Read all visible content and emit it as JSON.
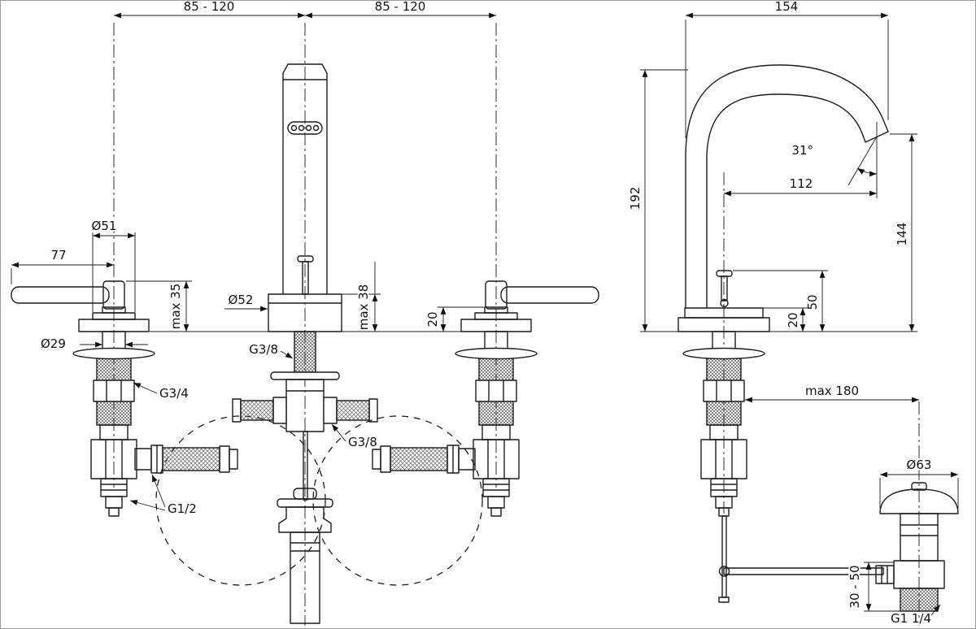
{
  "drawing": {
    "front": {
      "spacing_left": "85 - 120",
      "spacing_right": "85 - 120",
      "handle_dia": "Ø51",
      "lever_length": "77",
      "handle_height": "max 35",
      "shank_dia": "Ø29",
      "spout_base_dia": "Ø52",
      "base_height": "max 38",
      "escutcheon_height": "20",
      "spout_thread": "G3/8",
      "handle_thread": "G3/4",
      "hose_thread": "G3/8",
      "supply_thread": "G1/2"
    },
    "side": {
      "overall_width": "154",
      "overall_height": "192",
      "spout_angle": "31°",
      "spout_reach": "112",
      "outlet_height": "144",
      "knob_height": "50",
      "escutcheon_height": "20",
      "drain_distance": "max 180",
      "waste_dia": "Ø63",
      "waste_range": "30 - 50",
      "waste_thread": "G1 1/4"
    }
  }
}
